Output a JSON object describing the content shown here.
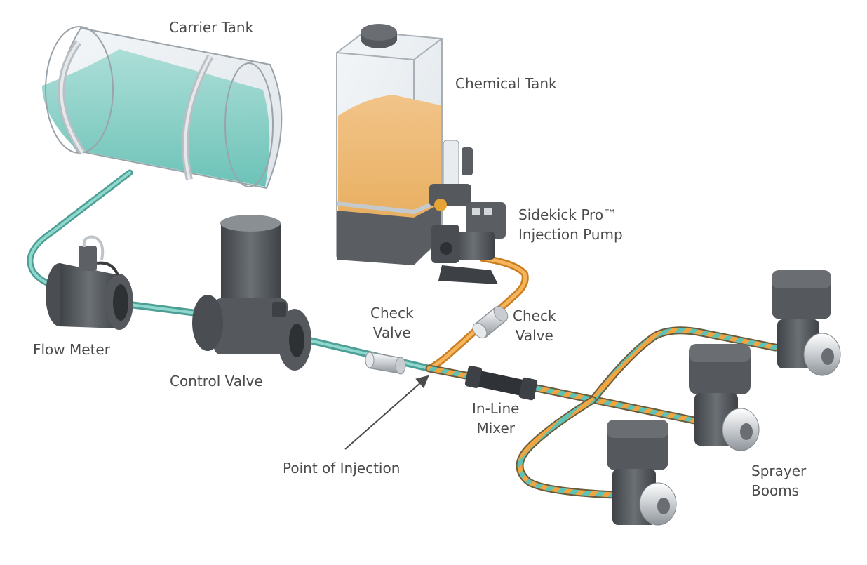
{
  "labels": {
    "carrier_tank": "Carrier Tank",
    "chemical_tank": "Chemical Tank",
    "pump_line1": "Sidekick Pro™",
    "pump_line2": "Injection Pump",
    "flow_meter": "Flow Meter",
    "control_valve": "Control Valve",
    "check_valve_1_line1": "Check",
    "check_valve_1_line2": "Valve",
    "check_valve_2_line1": "Check",
    "check_valve_2_line2": "Valve",
    "mixer_line1": "In-Line",
    "mixer_line2": "Mixer",
    "point_of_injection": "Point of Injection",
    "sprayer_line1": "Sprayer",
    "sprayer_line2": "Booms"
  },
  "colors": {
    "carrier_fluid": "#5ec2b4",
    "chemical_fluid": "#f0a540",
    "metal_dark": "#4e5256",
    "metal_mid": "#6a6e73",
    "chrome": "#d9dcdf",
    "label_text": "#4b4b4b"
  }
}
